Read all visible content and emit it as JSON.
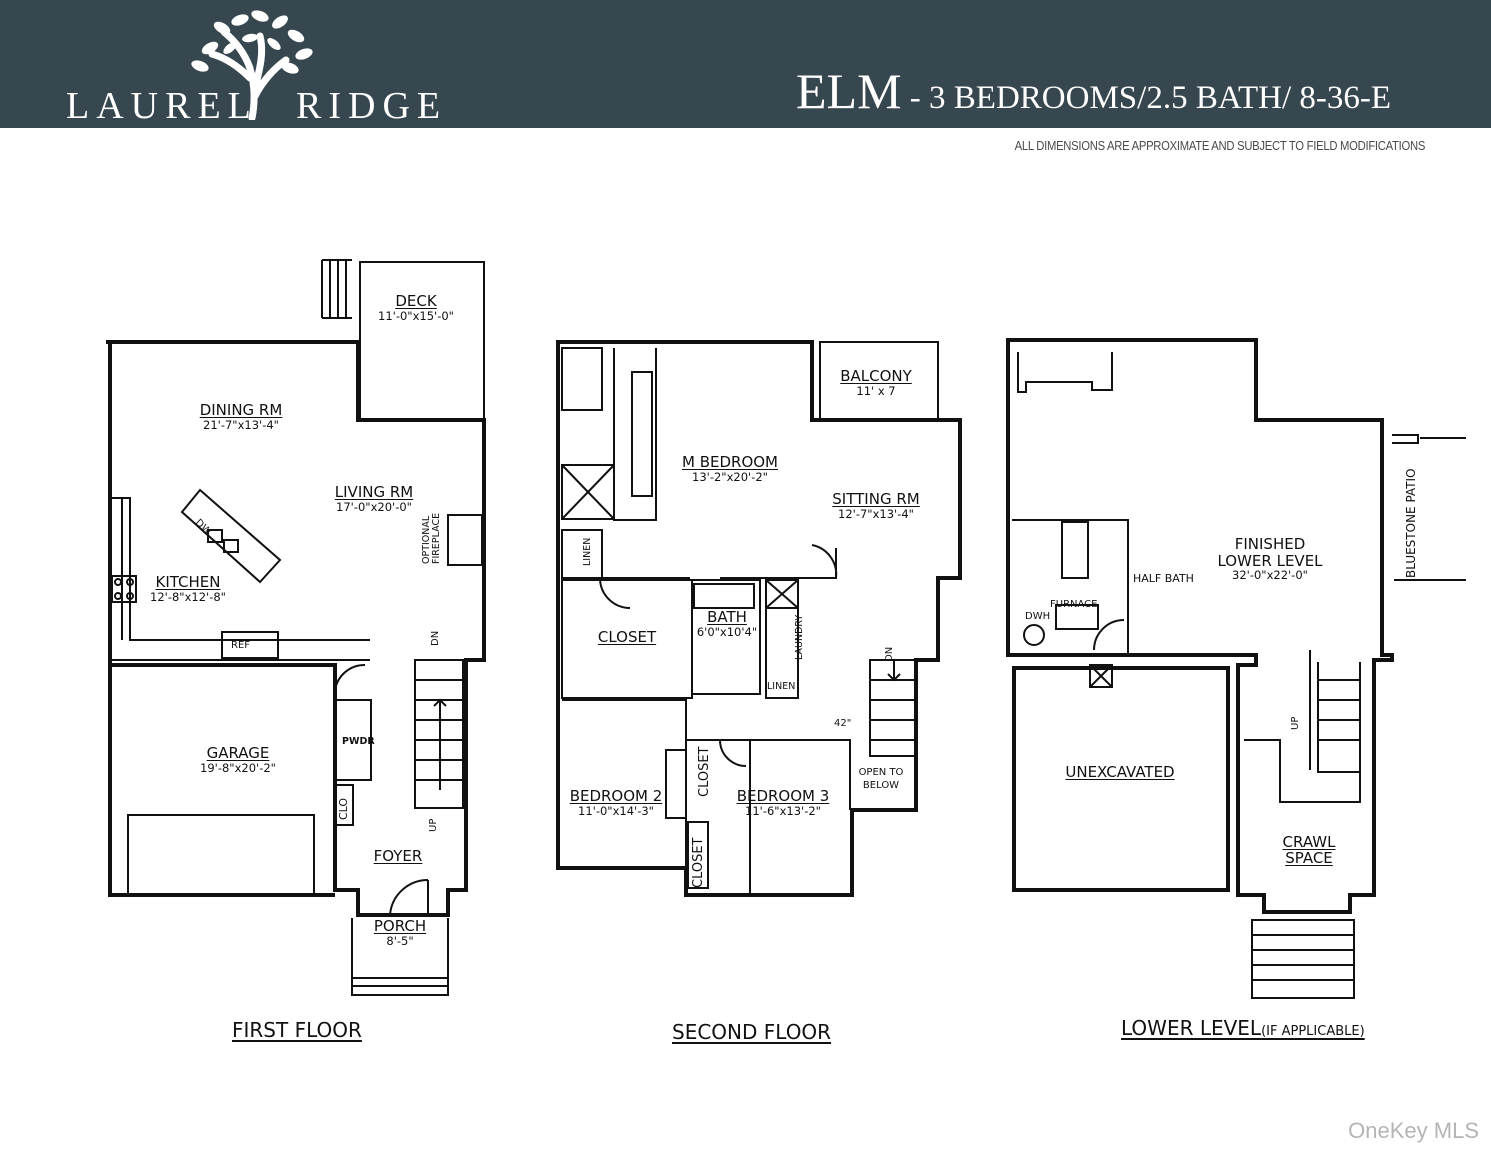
{
  "header": {
    "brand_left": "LAUREL",
    "brand_right": "RIDGE",
    "model_name": "ELM",
    "model_details": " - 3 BEDROOMS/2.5 BATH/ 8-36-E",
    "disclaimer": "ALL DIMENSIONS ARE APPROXIMATE AND SUBJECT TO FIELD MODIFICATIONS"
  },
  "first_floor": {
    "label": "FIRST FLOOR",
    "deck": {
      "name": "DECK",
      "dims": "11'-0\"x15'-0\""
    },
    "dining": {
      "name": "DINING RM",
      "dims": "21'-7\"x13'-4\""
    },
    "living": {
      "name": "LIVING RM",
      "dims": "17'-0\"x20'-0\""
    },
    "kitchen": {
      "name": "KITCHEN",
      "dims": "12'-8\"x12'-8\""
    },
    "garage": {
      "name": "GARAGE",
      "dims": "19'-8\"x20'-2\""
    },
    "foyer": "FOYER",
    "porch": {
      "name": "PORCH",
      "dims": "8'-5\""
    },
    "pwdr": "PWDR",
    "clo": "CLO",
    "ref": "REF",
    "dw": "DW",
    "fireplace": "OPTIONAL FIREPLACE",
    "up": "UP",
    "dn": "DN"
  },
  "second_floor": {
    "label": "SECOND FLOOR",
    "balcony": {
      "name": "BALCONY",
      "dims": "11' x 7"
    },
    "m_bedroom": {
      "name": "M BEDROOM",
      "dims": "13'-2\"x20'-2\""
    },
    "sitting": {
      "name": "SITTING RM",
      "dims": "12'-7\"x13'-4\""
    },
    "closet": "CLOSET",
    "bath": {
      "name": "BATH",
      "dims": "6'0\"x10'4\""
    },
    "bedroom2": {
      "name": "BEDROOM 2",
      "dims": "11'-0\"x14'-3\""
    },
    "bedroom3": {
      "name": "BEDROOM 3",
      "dims": "11'-6\"x13'-2\""
    },
    "linen": "LINEN",
    "laundry": "LAUNDRY",
    "open_to_below": "OPEN TO BELOW",
    "dn": "DN",
    "rail": "42\""
  },
  "lower_level": {
    "label": "LOWER LEVEL",
    "label_note": "(IF APPLICABLE)",
    "finished": {
      "name": "FINISHED LOWER LEVEL",
      "dims": "32'-0\"x22'-0\""
    },
    "half_bath": "HALF BATH",
    "furnace": "FURNACE",
    "dwh": "DWH",
    "unexcavated": "UNEXCAVATED",
    "crawl": "CRAWL SPACE",
    "patio": "BLUESTONE PATIO",
    "up": "UP"
  },
  "watermark": "OneKey MLS",
  "colors": {
    "banner": "#37474f",
    "line": "#111111"
  }
}
